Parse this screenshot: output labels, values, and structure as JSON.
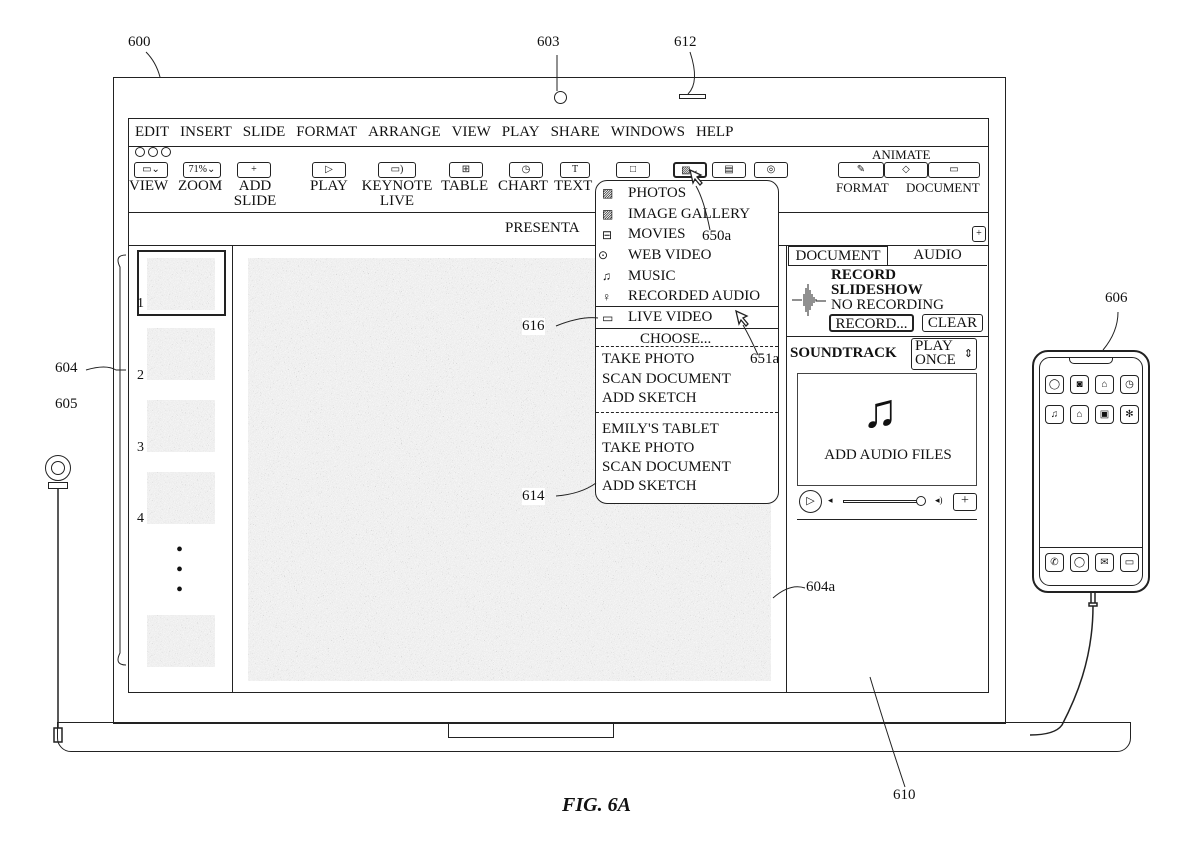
{
  "refs": {
    "laptop": "600",
    "camera": "603",
    "indicator": "612",
    "slide_nav": "604",
    "microphone": "605",
    "phone": "606",
    "sidebar": "610",
    "canvas": "604a",
    "menu": "614",
    "live_video_item": "616",
    "media_button": "650a",
    "cursor": "651a"
  },
  "figure_caption": "FIG. 6A",
  "menu_bar": [
    "EDIT",
    "INSERT",
    "SLIDE",
    "FORMAT",
    "ARRANGE",
    "VIEW",
    "PLAY",
    "SHARE",
    "WINDOWS",
    "HELP"
  ],
  "toolbar": {
    "view": "VIEW",
    "zoom": "ZOOM",
    "zoom_value": "71%",
    "add_slide": "ADD SLIDE",
    "play": "PLAY",
    "keynote_live": "KEYNOTE LIVE",
    "table": "TABLE",
    "chart": "CHART",
    "text": "TEXT",
    "animate": "ANIMATE",
    "format": "FORMAT",
    "document": "DOCUMENT"
  },
  "title": "PRESENTA",
  "slides": [
    "1",
    "2",
    "3",
    "4"
  ],
  "media_menu": {
    "items": [
      "PHOTOS",
      "IMAGE GALLERY",
      "MOVIES",
      "WEB VIDEO",
      "MUSIC",
      "RECORDED AUDIO",
      "LIVE VIDEO"
    ],
    "choose": "CHOOSE...",
    "local": [
      "TAKE PHOTO",
      "SCAN DOCUMENT",
      "ADD SKETCH"
    ],
    "device": "EMILY'S TABLET",
    "device_items": [
      "TAKE PHOTO",
      "SCAN DOCUMENT",
      "ADD SKETCH"
    ]
  },
  "panel": {
    "tabs": [
      "DOCUMENT",
      "AUDIO"
    ],
    "record_title": "RECORD SLIDESHOW",
    "record_status": "NO RECORDING",
    "record_btn": "RECORD...",
    "clear_btn": "CLEAR",
    "soundtrack": "SOUNDTRACK",
    "play_mode": "PLAY ONCE",
    "add_audio": "ADD AUDIO FILES",
    "volume": 0.95
  }
}
